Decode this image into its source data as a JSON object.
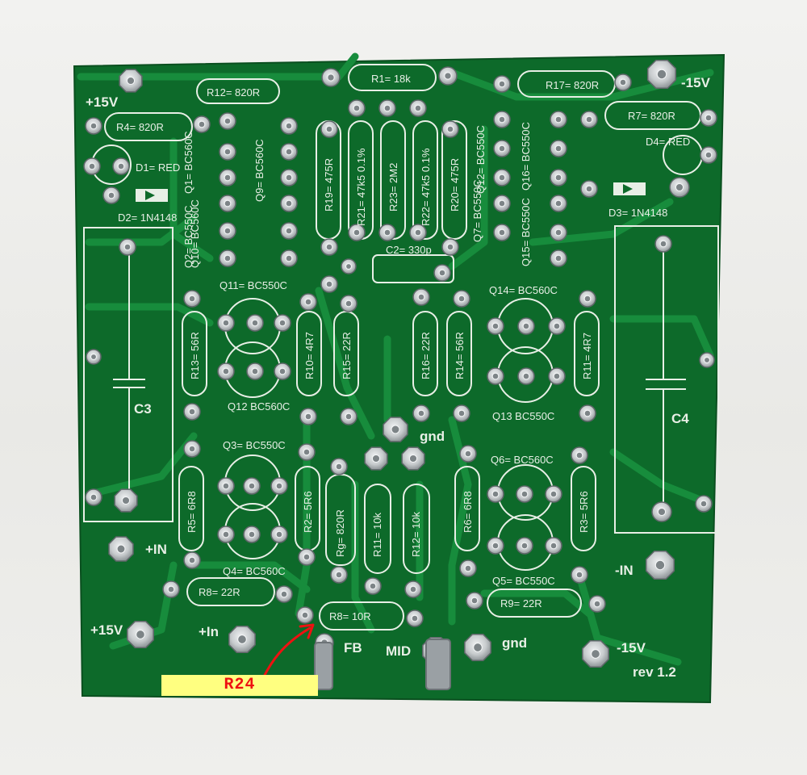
{
  "board": {
    "revision": "rev 1.2",
    "colors": {
      "board": "#0d6a2a",
      "copper": "#148a3a",
      "silkscreen": "#e8efe6",
      "pad": "#cfd3d6",
      "callout_bg": "#ffff80",
      "callout_text": "#ee1111"
    }
  },
  "callout": {
    "label": "R24"
  },
  "power_labels": [
    "+15V",
    "-15V",
    "+15V",
    "-15V"
  ],
  "connector_labels": [
    "+IN",
    "-IN",
    "+In",
    "FB",
    "MID",
    "gnd",
    "gnd"
  ],
  "resistors": [
    "R12= 820R",
    "R1= 18k",
    "R17= 820R",
    "R4= 820R",
    "R7= 820R",
    "R19= 475R",
    "R21= 47k5 0.1%",
    "R23= 2M2",
    "R22= 47k5 0.1%",
    "R20= 475R",
    "R13= 56R",
    "R10= 4R7",
    "R15= 22R",
    "R16= 22R",
    "R14= 56R",
    "R11= 4R7",
    "R5= 6R8",
    "R2= 5R6",
    "Rg= 820R",
    "R11= 10k",
    "R12= 10k",
    "R6= 6R8",
    "R3= 5R6",
    "R8= 22R",
    "R8= 10R",
    "R9= 22R"
  ],
  "transistors": [
    "Q11= BC550C",
    "Q12 BC560C",
    "Q14= BC560C",
    "Q13 BC550C",
    "Q3= BC550C",
    "Q4= BC560C",
    "Q6= BC560C",
    "Q5= BC550C",
    "Q10= BC560C",
    "Q9= BC560C",
    "Q1= BC560C",
    "Q2= BC550C",
    "Q7= BC550C",
    "Q12= BC550C",
    "Q15= BC550C",
    "Q16= BC550C"
  ],
  "diodes": [
    "D1= RED",
    "D2= 1N4148",
    "D3= 1N4148",
    "D4= RED"
  ],
  "capacitors": [
    "C2= 330p",
    "C3",
    "C4"
  ]
}
